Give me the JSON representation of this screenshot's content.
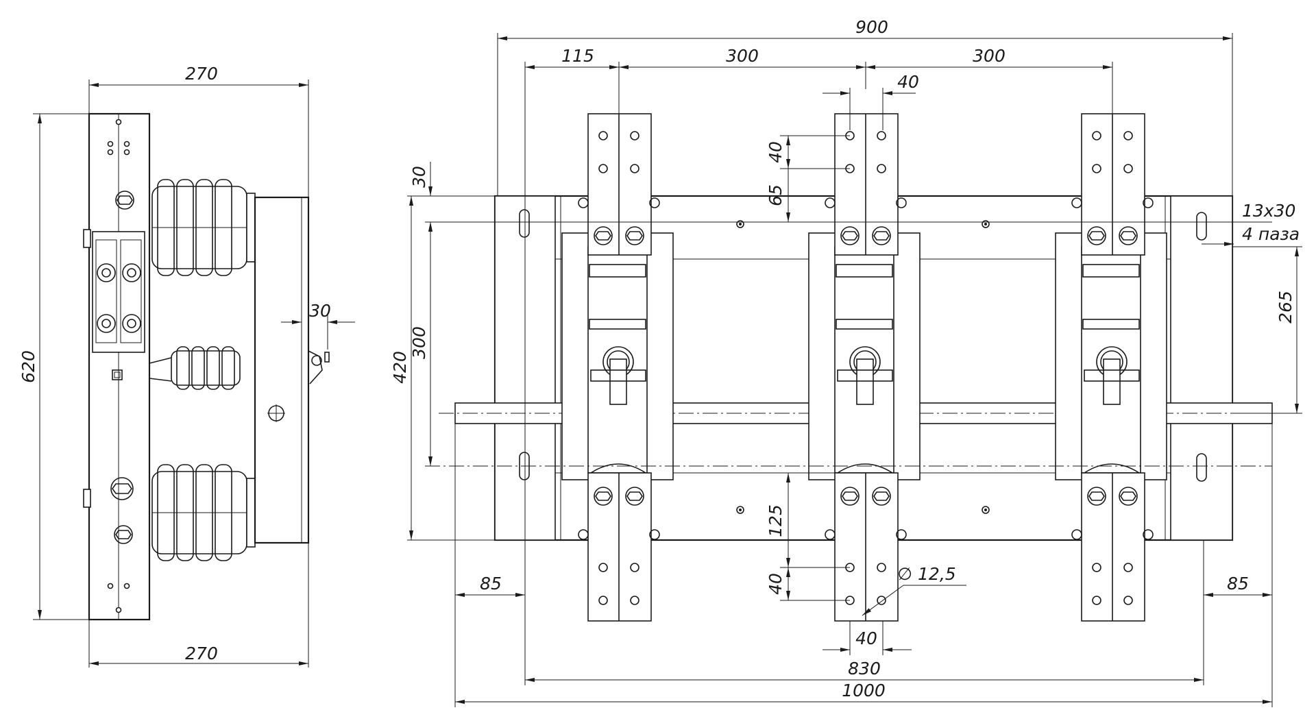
{
  "drawing": {
    "side_view": {
      "dim_top_width": "270",
      "dim_bottom_width": "270",
      "dim_height": "620",
      "dim_lever": "30"
    },
    "front_view": {
      "dim_overall_top": "900",
      "dim_offset_left": "115",
      "dim_pitch_1": "300",
      "dim_pitch_2": "300",
      "dim_hole_spacing_top": "40",
      "dim_hole_vert_40_top": "40",
      "dim_65": "65",
      "dim_30": "30",
      "dim_300_vertical": "300",
      "dim_420_vertical": "420",
      "slot_size": "13x30",
      "slot_count": "4 паза",
      "dim_265": "265",
      "dim_125": "125",
      "dim_hole_vert_40_bottom": "40",
      "hole_diameter": "∅ 12,5",
      "dim_hole_spacing_bottom": "40",
      "dim_85_left": "85",
      "dim_85_right": "85",
      "dim_830": "830",
      "dim_1000": "1000"
    }
  }
}
